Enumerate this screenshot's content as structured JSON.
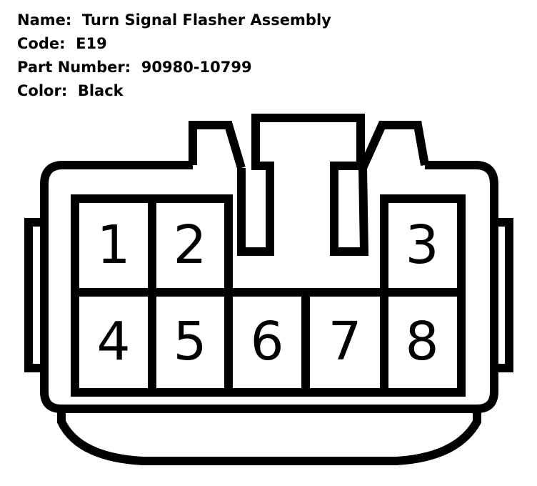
{
  "info": {
    "name_label": "Name:",
    "name_value": "Turn Signal Flasher Assembly",
    "code_label": "Code:",
    "code_value": "E19",
    "part_label": "Part Number:",
    "part_value": "90980-10799",
    "color_label": "Color:",
    "color_value": "Black"
  },
  "pins": {
    "p1": "1",
    "p2": "2",
    "p3": "3",
    "p4": "4",
    "p5": "5",
    "p6": "6",
    "p7": "7",
    "p8": "8"
  },
  "colors": {
    "line": "#000000",
    "background": "#ffffff"
  }
}
